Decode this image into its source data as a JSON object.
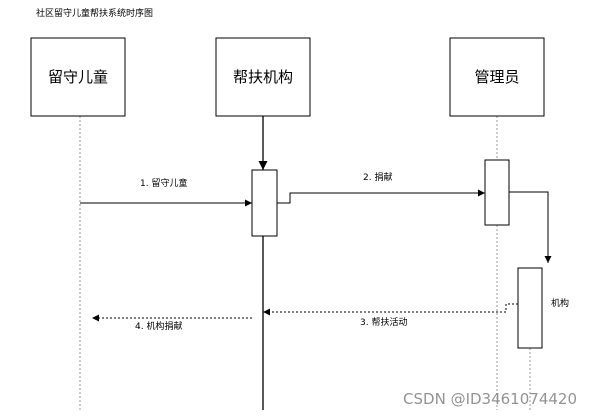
{
  "diagram": {
    "title": "社区留守儿童帮扶系统时序图",
    "actors": [
      {
        "id": "child",
        "label": "留守儿童"
      },
      {
        "id": "org",
        "label": "帮扶机构"
      },
      {
        "id": "admin",
        "label": "管理员"
      }
    ],
    "messages": [
      {
        "label": "1. 留守儿童"
      },
      {
        "label": "2. 捐献"
      },
      {
        "label": "3. 帮扶活动"
      },
      {
        "label": "4. 机构捐献"
      }
    ],
    "self_call_label": "机构",
    "watermark": "CSDN @ID3461074420",
    "colors": {
      "line": "#000000",
      "lifeline": "#9a9a9a",
      "background": "#ffffff"
    }
  }
}
